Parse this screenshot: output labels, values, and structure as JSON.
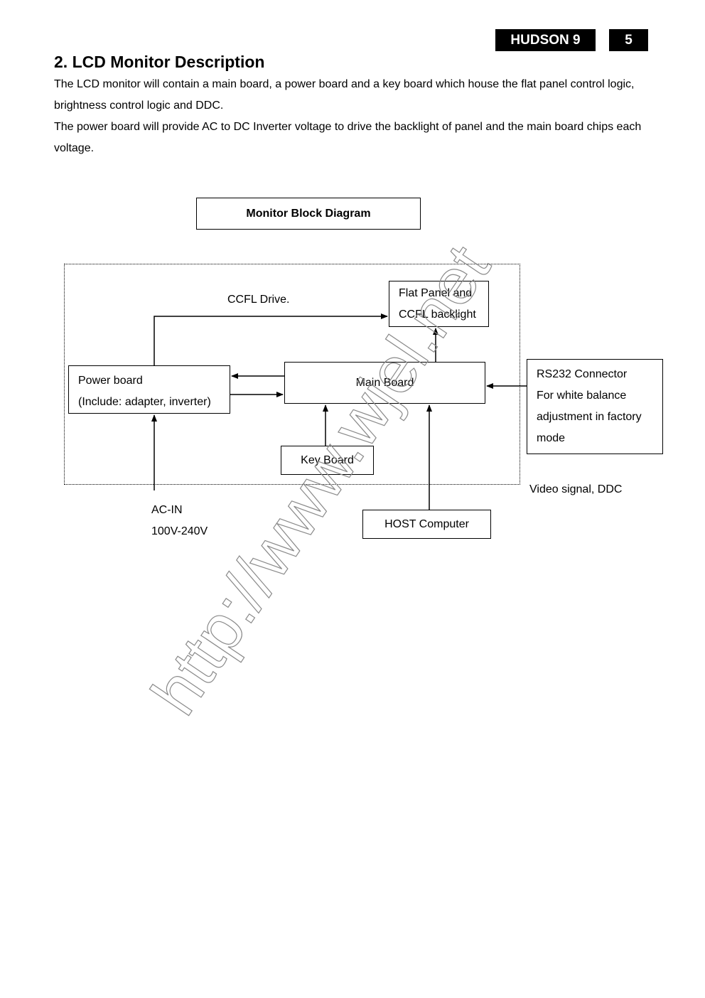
{
  "header": {
    "model": "HUDSON 9",
    "page_number": "5"
  },
  "section": {
    "title": "2. LCD Monitor Description",
    "paragraph_1": "The LCD monitor will contain a main board, a power board and a key board which house the flat panel control logic, brightness control logic and DDC.",
    "paragraph_2": "The power board will provide AC to DC Inverter voltage to drive the backlight of panel and the main board chips each voltage."
  },
  "diagram": {
    "title": "Monitor Block Diagram",
    "flat_panel": {
      "line_1": "Flat Panel and",
      "line_2": "CCFL backlight"
    },
    "power_board": {
      "line_1": "Power board",
      "line_2": "(Include: adapter, inverter)"
    },
    "main_board": "Main Board",
    "key_board": "Key Board",
    "rs232": {
      "line_1": "RS232 Connector",
      "line_2": "For white balance",
      "line_3": "adjustment in factory",
      "line_4": "mode"
    },
    "host_computer": "HOST Computer",
    "ccfl_drive_label": "CCFL Drive.",
    "video_signal_label": "Video signal, DDC",
    "ac_in": {
      "line_1": "AC-IN",
      "line_2": "100V-240V"
    }
  },
  "watermark": "http://www.wjel.net"
}
